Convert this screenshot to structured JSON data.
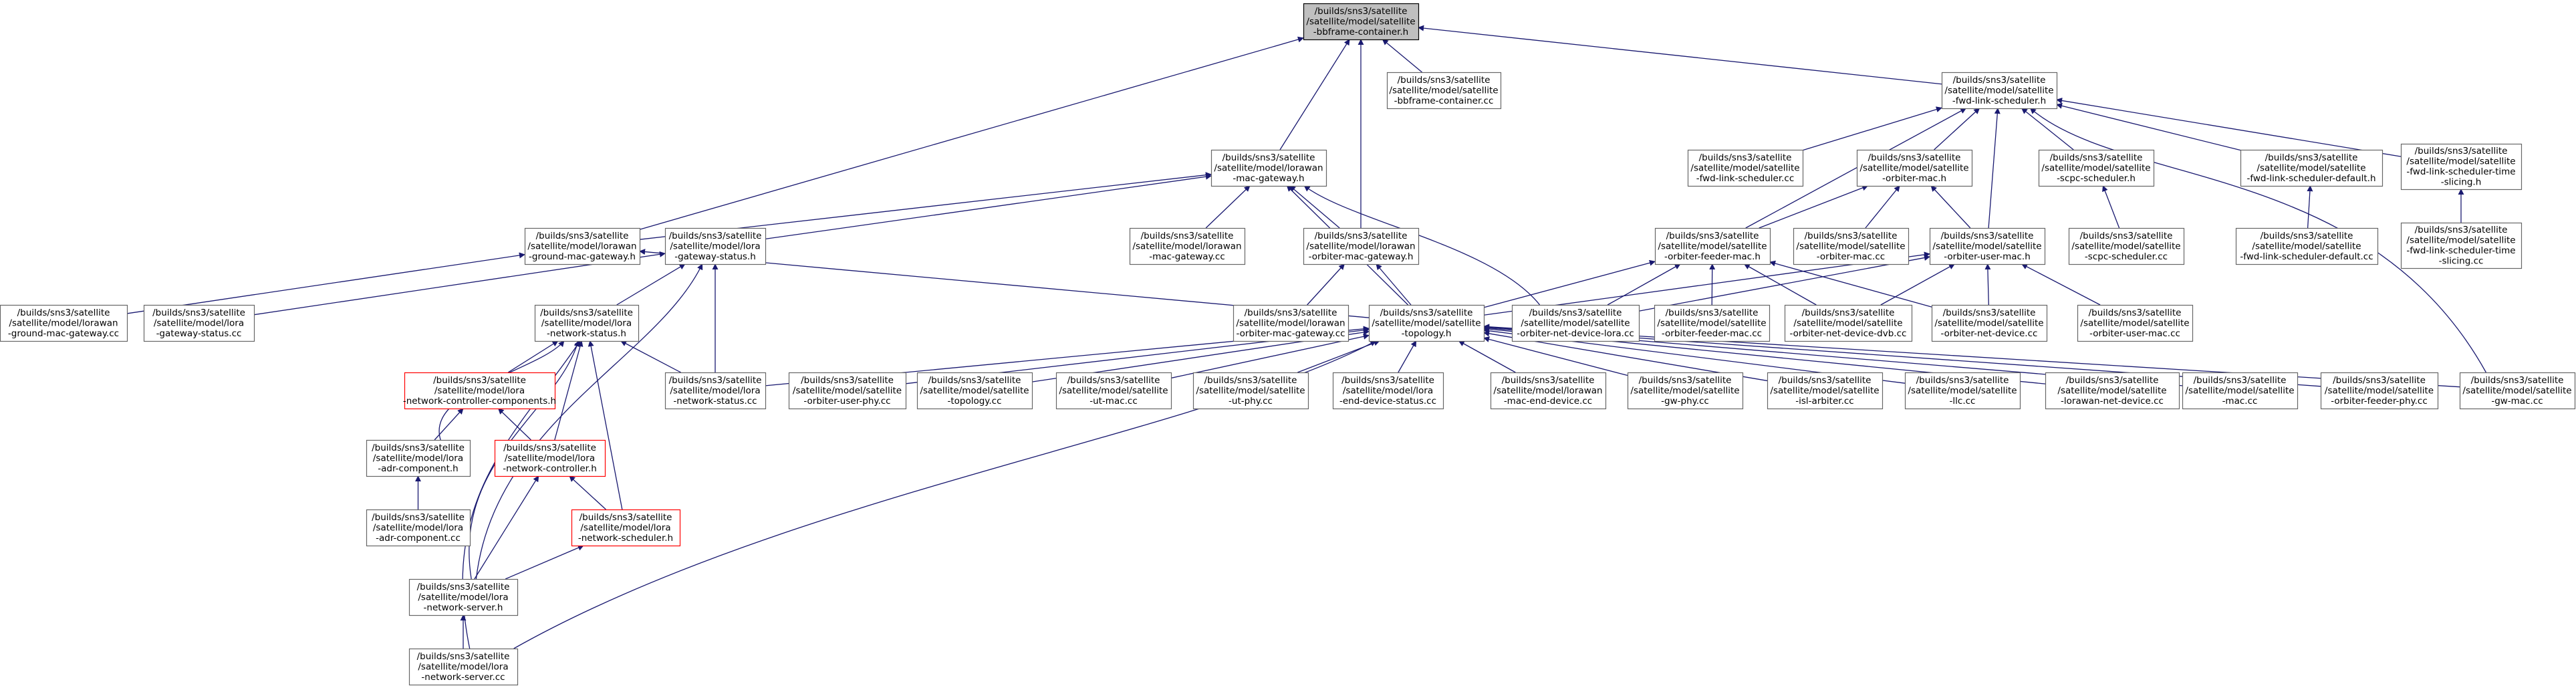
{
  "diagram": {
    "type": "include-dependency-graph",
    "colors": {
      "edge": "#191970",
      "node_border": "#666666",
      "root_fill": "#bfbfbf",
      "incomplete_border": "#ff0000"
    },
    "nodes": [
      {
        "id": "bbframe_h",
        "lines": [
          "/builds/sns3/satellite",
          "/satellite/model/satellite",
          "-bbframe-container.h"
        ],
        "style": "root"
      },
      {
        "id": "bbframe_cc",
        "lines": [
          "/builds/sns3/satellite",
          "/satellite/model/satellite",
          "-bbframe-container.cc"
        ]
      },
      {
        "id": "fwd_sched_h",
        "lines": [
          "/builds/sns3/satellite",
          "/satellite/model/satellite",
          "-fwd-link-scheduler.h"
        ]
      },
      {
        "id": "lorawan_gw_h",
        "lines": [
          "/builds/sns3/satellite",
          "/satellite/model/lorawan",
          "-mac-gateway.h"
        ]
      },
      {
        "id": "fwd_sched_cc",
        "lines": [
          "/builds/sns3/satellite",
          "/satellite/model/satellite",
          "-fwd-link-scheduler.cc"
        ]
      },
      {
        "id": "orbiter_mac_h",
        "lines": [
          "/builds/sns3/satellite",
          "/satellite/model/satellite",
          "-orbiter-mac.h"
        ]
      },
      {
        "id": "scpc_h",
        "lines": [
          "/builds/sns3/satellite",
          "/satellite/model/satellite",
          "-scpc-scheduler.h"
        ]
      },
      {
        "id": "fwd_default_h",
        "lines": [
          "/builds/sns3/satellite",
          "/satellite/model/satellite",
          "-fwd-link-scheduler-default.h"
        ]
      },
      {
        "id": "fwd_time_h",
        "lines": [
          "/builds/sns3/satellite",
          "/satellite/model/satellite",
          "-fwd-link-scheduler-time",
          "-slicing.h"
        ]
      },
      {
        "id": "ground_gw_h",
        "lines": [
          "/builds/sns3/satellite",
          "/satellite/model/lorawan",
          "-ground-mac-gateway.h"
        ]
      },
      {
        "id": "gw_status_h",
        "lines": [
          "/builds/sns3/satellite",
          "/satellite/model/lora",
          "-gateway-status.h"
        ]
      },
      {
        "id": "lorawan_gw_cc",
        "lines": [
          "/builds/sns3/satellite",
          "/satellite/model/lorawan",
          "-mac-gateway.cc"
        ]
      },
      {
        "id": "orbiter_gw_h",
        "lines": [
          "/builds/sns3/satellite",
          "/satellite/model/lorawan",
          "-orbiter-mac-gateway.h"
        ]
      },
      {
        "id": "orbiter_feeder_h",
        "lines": [
          "/builds/sns3/satellite",
          "/satellite/model/satellite",
          "-orbiter-feeder-mac.h"
        ]
      },
      {
        "id": "orbiter_mac_cc",
        "lines": [
          "/builds/sns3/satellite",
          "/satellite/model/satellite",
          "-orbiter-mac.cc"
        ]
      },
      {
        "id": "orbiter_user_h",
        "lines": [
          "/builds/sns3/satellite",
          "/satellite/model/satellite",
          "-orbiter-user-mac.h"
        ]
      },
      {
        "id": "scpc_cc",
        "lines": [
          "/builds/sns3/satellite",
          "/satellite/model/satellite",
          "-scpc-scheduler.cc"
        ]
      },
      {
        "id": "fwd_default_cc",
        "lines": [
          "/builds/sns3/satellite",
          "/satellite/model/satellite",
          "-fwd-link-scheduler-default.cc"
        ]
      },
      {
        "id": "fwd_time_cc",
        "lines": [
          "/builds/sns3/satellite",
          "/satellite/model/satellite",
          "-fwd-link-scheduler-time",
          "-slicing.cc"
        ]
      },
      {
        "id": "ground_gw_cc",
        "lines": [
          "/builds/sns3/satellite",
          "/satellite/model/lorawan",
          "-ground-mac-gateway.cc"
        ]
      },
      {
        "id": "gw_status_cc",
        "lines": [
          "/builds/sns3/satellite",
          "/satellite/model/lora",
          "-gateway-status.cc"
        ]
      },
      {
        "id": "net_status_h",
        "lines": [
          "/builds/sns3/satellite",
          "/satellite/model/lora",
          "-network-status.h"
        ]
      },
      {
        "id": "orbiter_gw_cc",
        "lines": [
          "/builds/sns3/satellite",
          "/satellite/model/lorawan",
          "-orbiter-mac-gateway.cc"
        ]
      },
      {
        "id": "topology_h",
        "lines": [
          "/builds/sns3/satellite",
          "/satellite/model/satellite",
          "-topology.h"
        ]
      },
      {
        "id": "net_dev_lora_cc",
        "lines": [
          "/builds/sns3/satellite",
          "/satellite/model/satellite",
          "-orbiter-net-device-lora.cc"
        ]
      },
      {
        "id": "orbiter_feeder_cc",
        "lines": [
          "/builds/sns3/satellite",
          "/satellite/model/satellite",
          "-orbiter-feeder-mac.cc"
        ]
      },
      {
        "id": "net_dev_dvb_cc",
        "lines": [
          "/builds/sns3/satellite",
          "/satellite/model/satellite",
          "-orbiter-net-device-dvb.cc"
        ]
      },
      {
        "id": "net_dev_cc",
        "lines": [
          "/builds/sns3/satellite",
          "/satellite/model/satellite",
          "-orbiter-net-device.cc"
        ]
      },
      {
        "id": "orbiter_user_cc",
        "lines": [
          "/builds/sns3/satellite",
          "/satellite/model/satellite",
          "-orbiter-user-mac.cc"
        ]
      },
      {
        "id": "ctrl_comp_h",
        "lines": [
          "/builds/sns3/satellite",
          "/satellite/model/lora",
          "-network-controller-components.h"
        ],
        "style": "red"
      },
      {
        "id": "net_status_cc",
        "lines": [
          "/builds/sns3/satellite",
          "/satellite/model/lora",
          "-network-status.cc"
        ]
      },
      {
        "id": "user_phy_cc",
        "lines": [
          "/builds/sns3/satellite",
          "/satellite/model/satellite",
          "-orbiter-user-phy.cc"
        ]
      },
      {
        "id": "topology_cc",
        "lines": [
          "/builds/sns3/satellite",
          "/satellite/model/satellite",
          "-topology.cc"
        ]
      },
      {
        "id": "ut_mac_cc",
        "lines": [
          "/builds/sns3/satellite",
          "/satellite/model/satellite",
          "-ut-mac.cc"
        ]
      },
      {
        "id": "ut_phy_cc",
        "lines": [
          "/builds/sns3/satellite",
          "/satellite/model/satellite",
          "-ut-phy.cc"
        ]
      },
      {
        "id": "end_dev_status_cc",
        "lines": [
          "/builds/sns3/satellite",
          "/satellite/model/lora",
          "-end-device-status.cc"
        ]
      },
      {
        "id": "mac_end_dev_cc",
        "lines": [
          "/builds/sns3/satellite",
          "/satellite/model/lorawan",
          "-mac-end-device.cc"
        ]
      },
      {
        "id": "gw_phy_cc",
        "lines": [
          "/builds/sns3/satellite",
          "/satellite/model/satellite",
          "-gw-phy.cc"
        ]
      },
      {
        "id": "isl_arbiter_cc",
        "lines": [
          "/builds/sns3/satellite",
          "/satellite/model/satellite",
          "-isl-arbiter.cc"
        ]
      },
      {
        "id": "llc_cc",
        "lines": [
          "/builds/sns3/satellite",
          "/satellite/model/satellite",
          "-llc.cc"
        ]
      },
      {
        "id": "lorawan_net_dev_cc",
        "lines": [
          "/builds/sns3/satellite",
          "/satellite/model/satellite",
          "-lorawan-net-device.cc"
        ]
      },
      {
        "id": "mac_cc",
        "lines": [
          "/builds/sns3/satellite",
          "/satellite/model/satellite",
          "-mac.cc"
        ]
      },
      {
        "id": "feeder_phy_cc",
        "lines": [
          "/builds/sns3/satellite",
          "/satellite/model/satellite",
          "-orbiter-feeder-phy.cc"
        ]
      },
      {
        "id": "gw_mac_cc",
        "lines": [
          "/builds/sns3/satellite",
          "/satellite/model/satellite",
          "-gw-mac.cc"
        ]
      },
      {
        "id": "adr_h",
        "lines": [
          "/builds/sns3/satellite",
          "/satellite/model/lora",
          "-adr-component.h"
        ]
      },
      {
        "id": "net_ctrl_h",
        "lines": [
          "/builds/sns3/satellite",
          "/satellite/model/lora",
          "-network-controller.h"
        ],
        "style": "red"
      },
      {
        "id": "adr_cc",
        "lines": [
          "/builds/sns3/satellite",
          "/satellite/model/lora",
          "-adr-component.cc"
        ]
      },
      {
        "id": "net_sched_h",
        "lines": [
          "/builds/sns3/satellite",
          "/satellite/model/lora",
          "-network-scheduler.h"
        ],
        "style": "red"
      },
      {
        "id": "net_server_h",
        "lines": [
          "/builds/sns3/satellite",
          "/satellite/model/lora",
          "-network-server.h"
        ]
      },
      {
        "id": "net_server_cc",
        "lines": [
          "/builds/sns3/satellite",
          "/satellite/model/lora",
          "-network-server.cc"
        ]
      }
    ],
    "edges": [
      [
        "bbframe_cc",
        "bbframe_h"
      ],
      [
        "fwd_sched_h",
        "bbframe_h"
      ],
      [
        "lorawan_gw_h",
        "bbframe_h"
      ],
      [
        "orbiter_gw_h",
        "bbframe_h"
      ],
      [
        "ground_gw_h",
        "bbframe_h"
      ],
      [
        "fwd_sched_cc",
        "fwd_sched_h"
      ],
      [
        "orbiter_mac_h",
        "fwd_sched_h"
      ],
      [
        "scpc_h",
        "fwd_sched_h"
      ],
      [
        "fwd_default_h",
        "fwd_sched_h"
      ],
      [
        "fwd_time_h",
        "fwd_sched_h"
      ],
      [
        "orbiter_feeder_h",
        "fwd_sched_h"
      ],
      [
        "orbiter_user_h",
        "fwd_sched_h"
      ],
      [
        "gw_mac_cc",
        "fwd_sched_h"
      ],
      [
        "scpc_cc",
        "scpc_h"
      ],
      [
        "fwd_default_cc",
        "fwd_default_h"
      ],
      [
        "fwd_time_cc",
        "fwd_time_h"
      ],
      [
        "orbiter_feeder_h",
        "orbiter_mac_h"
      ],
      [
        "orbiter_user_h",
        "orbiter_mac_h"
      ],
      [
        "orbiter_mac_cc",
        "orbiter_mac_h"
      ],
      [
        "ground_gw_h",
        "lorawan_gw_h"
      ],
      [
        "gw_status_h",
        "lorawan_gw_h"
      ],
      [
        "lorawan_gw_cc",
        "lorawan_gw_h"
      ],
      [
        "orbiter_gw_h",
        "lorawan_gw_h"
      ],
      [
        "net_dev_lora_cc",
        "lorawan_gw_h"
      ],
      [
        "topology_h",
        "lorawan_gw_h"
      ],
      [
        "ground_gw_cc",
        "ground_gw_h"
      ],
      [
        "topology_h",
        "ground_gw_h"
      ],
      [
        "gw_status_cc",
        "gw_status_h"
      ],
      [
        "net_status_h",
        "gw_status_h"
      ],
      [
        "net_status_cc",
        "gw_status_h"
      ],
      [
        "net_server_h",
        "gw_status_h"
      ],
      [
        "orbiter_gw_cc",
        "orbiter_gw_h"
      ],
      [
        "topology_h",
        "orbiter_gw_h"
      ],
      [
        "topology_h",
        "orbiter_feeder_h"
      ],
      [
        "net_dev_lora_cc",
        "orbiter_feeder_h"
      ],
      [
        "orbiter_feeder_cc",
        "orbiter_feeder_h"
      ],
      [
        "net_dev_dvb_cc",
        "orbiter_feeder_h"
      ],
      [
        "net_dev_cc",
        "orbiter_feeder_h"
      ],
      [
        "topology_h",
        "orbiter_user_h"
      ],
      [
        "net_dev_lora_cc",
        "orbiter_user_h"
      ],
      [
        "net_dev_dvb_cc",
        "orbiter_user_h"
      ],
      [
        "net_dev_cc",
        "orbiter_user_h"
      ],
      [
        "orbiter_user_cc",
        "orbiter_user_h"
      ],
      [
        "net_status_cc",
        "topology_h"
      ],
      [
        "user_phy_cc",
        "topology_h"
      ],
      [
        "topology_cc",
        "topology_h"
      ],
      [
        "ut_mac_cc",
        "topology_h"
      ],
      [
        "ut_phy_cc",
        "topology_h"
      ],
      [
        "end_dev_status_cc",
        "topology_h"
      ],
      [
        "mac_end_dev_cc",
        "topology_h"
      ],
      [
        "gw_phy_cc",
        "topology_h"
      ],
      [
        "isl_arbiter_cc",
        "topology_h"
      ],
      [
        "llc_cc",
        "topology_h"
      ],
      [
        "lorawan_net_dev_cc",
        "topology_h"
      ],
      [
        "mac_cc",
        "topology_h"
      ],
      [
        "feeder_phy_cc",
        "topology_h"
      ],
      [
        "gw_mac_cc",
        "topology_h"
      ],
      [
        "net_server_cc",
        "topology_h"
      ],
      [
        "ctrl_comp_h",
        "net_status_h"
      ],
      [
        "net_status_cc",
        "net_status_h"
      ],
      [
        "adr_h",
        "net_status_h"
      ],
      [
        "net_ctrl_h",
        "net_status_h"
      ],
      [
        "net_sched_h",
        "net_status_h"
      ],
      [
        "net_server_h",
        "net_status_h"
      ],
      [
        "net_server_cc",
        "net_status_h"
      ],
      [
        "adr_h",
        "ctrl_comp_h"
      ],
      [
        "net_ctrl_h",
        "ctrl_comp_h"
      ],
      [
        "adr_cc",
        "adr_h"
      ],
      [
        "net_sched_h",
        "net_ctrl_h"
      ],
      [
        "net_server_h",
        "net_ctrl_h"
      ],
      [
        "net_server_h",
        "net_sched_h"
      ],
      [
        "net_server_cc",
        "net_server_h"
      ]
    ]
  }
}
